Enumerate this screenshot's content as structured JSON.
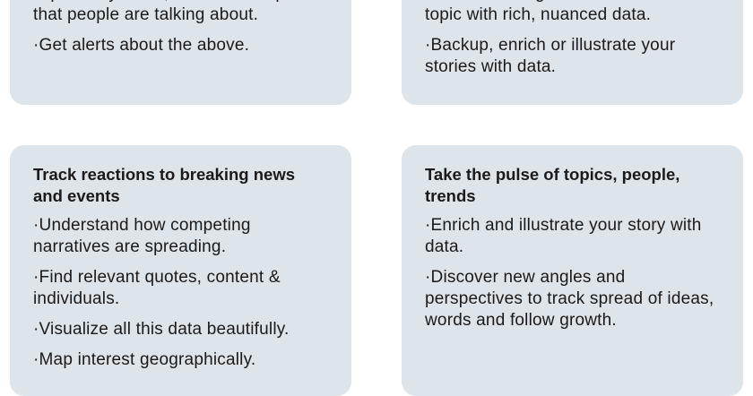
{
  "cards": [
    {
      "bullets": [
        "·Spot story ideas, trends and topics that people are talking about.",
        "·Get alerts about the above."
      ]
    },
    {
      "bullets": [
        "·Demonstrate general interest in a topic with rich, nuanced data.",
        "·Backup, enrich or illustrate your stories with data."
      ]
    },
    {
      "title": "Track reactions to breaking news and events",
      "bullets": [
        "·Understand how competing narratives are spreading.",
        "·Find relevant quotes, content & individuals.",
        "·Visualize all this data beautifully.",
        "·Map interest geographically."
      ]
    },
    {
      "title": "Take the pulse of topics, people, trends",
      "bullets": [
        "·Enrich and illustrate your story with data.",
        "·Discover new angles and perspectives to track spread of ideas, words and follow growth."
      ]
    }
  ],
  "colors": {
    "card_bg": "#dde4ea"
  }
}
